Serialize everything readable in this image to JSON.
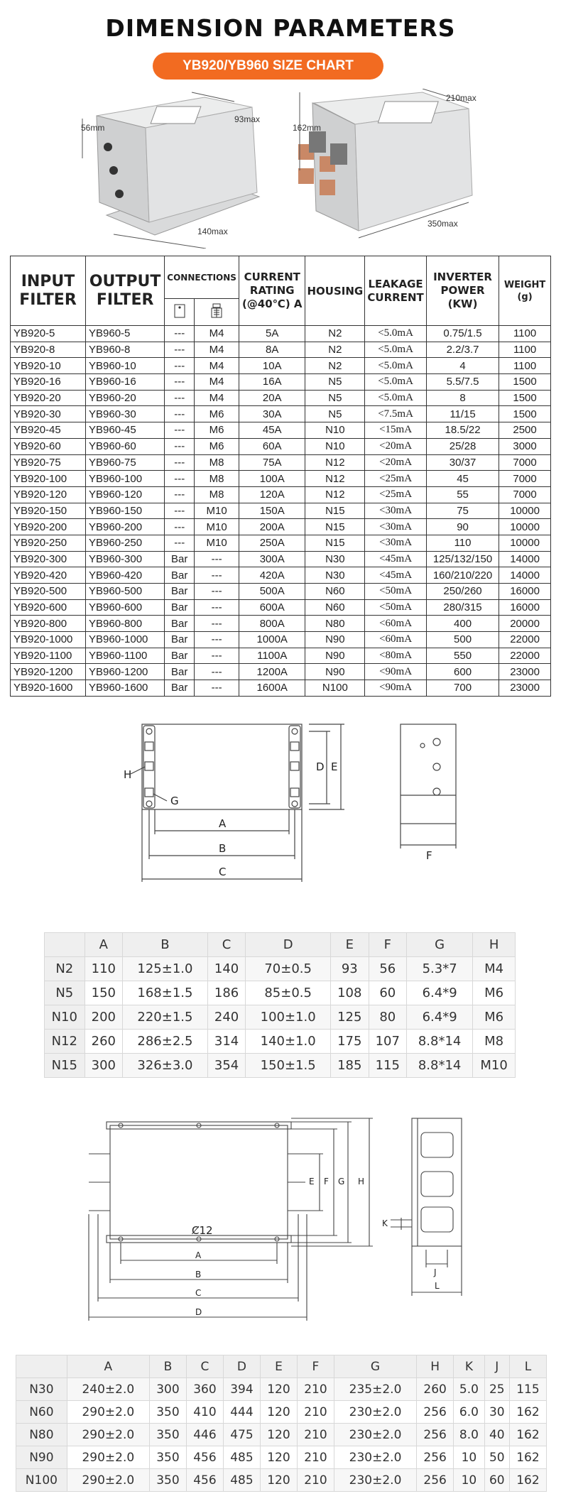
{
  "header": {
    "title": "DIMENSION PARAMETERS",
    "subtitle": "YB920/YB960 SIZE CHART"
  },
  "photos": {
    "small": {
      "height": "56mm",
      "width": "93max",
      "length": "140max"
    },
    "large": {
      "height": "162mm",
      "width": "210max",
      "length": "350max"
    }
  },
  "spec_table": {
    "headers": {
      "input": [
        "INPUT",
        "FILTER"
      ],
      "output": [
        "OUTPUT",
        "FILTER"
      ],
      "connections": "CONNECTIONS",
      "current": [
        "CURRENT",
        "RATING",
        "(@40℃) A"
      ],
      "housing": "HOUSING",
      "leakage": [
        "LEAKAGE",
        "CURRENT"
      ],
      "inverter": [
        "INVERTER",
        "POWER",
        "(KW)"
      ],
      "weight": [
        "WEIGHT",
        "(g)"
      ]
    },
    "rows": [
      [
        "YB920-5",
        "YB960-5",
        "---",
        "M4",
        "5A",
        "N2",
        "<5.0mA",
        "0.75/1.5",
        "1100"
      ],
      [
        "YB920-8",
        "YB960-8",
        "---",
        "M4",
        "8A",
        "N2",
        "<5.0mA",
        "2.2/3.7",
        "1100"
      ],
      [
        "YB920-10",
        "YB960-10",
        "---",
        "M4",
        "10A",
        "N2",
        "<5.0mA",
        "4",
        "1100"
      ],
      [
        "YB920-16",
        "YB960-16",
        "---",
        "M4",
        "16A",
        "N5",
        "<5.0mA",
        "5.5/7.5",
        "1500"
      ],
      [
        "YB920-20",
        "YB960-20",
        "---",
        "M4",
        "20A",
        "N5",
        "<5.0mA",
        "8",
        "1500"
      ],
      [
        "YB920-30",
        "YB960-30",
        "---",
        "M6",
        "30A",
        "N5",
        "<7.5mA",
        "11/15",
        "1500"
      ],
      [
        "YB920-45",
        "YB960-45",
        "---",
        "M6",
        "45A",
        "N10",
        "<15mA",
        "18.5/22",
        "2500"
      ],
      [
        "YB920-60",
        "YB960-60",
        "---",
        "M6",
        "60A",
        "N10",
        "<20mA",
        "25/28",
        "3000"
      ],
      [
        "YB920-75",
        "YB960-75",
        "---",
        "M8",
        "75A",
        "N12",
        "<20mA",
        "30/37",
        "7000"
      ],
      [
        "YB920-100",
        "YB960-100",
        "---",
        "M8",
        "100A",
        "N12",
        "<25mA",
        "45",
        "7000"
      ],
      [
        "YB920-120",
        "YB960-120",
        "---",
        "M8",
        "120A",
        "N12",
        "<25mA",
        "55",
        "7000"
      ],
      [
        "YB920-150",
        "YB960-150",
        "---",
        "M10",
        "150A",
        "N15",
        "<30mA",
        "75",
        "10000"
      ],
      [
        "YB920-200",
        "YB960-200",
        "---",
        "M10",
        "200A",
        "N15",
        "<30mA",
        "90",
        "10000"
      ],
      [
        "YB920-250",
        "YB960-250",
        "---",
        "M10",
        "250A",
        "N15",
        "<30mA",
        "110",
        "10000"
      ],
      [
        "YB920-300",
        "YB960-300",
        "Bar",
        "---",
        "300A",
        "N30",
        "<45mA",
        "125/132/150",
        "14000"
      ],
      [
        "YB920-420",
        "YB960-420",
        "Bar",
        "---",
        "420A",
        "N30",
        "<45mA",
        "160/210/220",
        "14000"
      ],
      [
        "YB920-500",
        "YB960-500",
        "Bar",
        "---",
        "500A",
        "N60",
        "<50mA",
        "250/260",
        "16000"
      ],
      [
        "YB920-600",
        "YB960-600",
        "Bar",
        "---",
        "600A",
        "N60",
        "<50mA",
        "280/315",
        "16000"
      ],
      [
        "YB920-800",
        "YB960-800",
        "Bar",
        "---",
        "800A",
        "N80",
        "<60mA",
        "400",
        "20000"
      ],
      [
        "YB920-1000",
        "YB960-1000",
        "Bar",
        "---",
        "1000A",
        "N90",
        "<60mA",
        "500",
        "22000"
      ],
      [
        "YB920-1100",
        "YB960-1100",
        "Bar",
        "---",
        "1100A",
        "N90",
        "<80mA",
        "550",
        "22000"
      ],
      [
        "YB920-1200",
        "YB960-1200",
        "Bar",
        "---",
        "1200A",
        "N90",
        "<90mA",
        "600",
        "23000"
      ],
      [
        "YB920-1600",
        "YB960-1600",
        "Bar",
        "---",
        "1600A",
        "N100",
        "<90mA",
        "700",
        "23000"
      ]
    ]
  },
  "drawing1": {
    "labels": [
      "A",
      "B",
      "C",
      "D",
      "E",
      "F",
      "G",
      "H"
    ]
  },
  "dim_table_1": {
    "headers": [
      "",
      "A",
      "B",
      "C",
      "D",
      "E",
      "F",
      "G",
      "H"
    ],
    "rows": [
      [
        "N2",
        "110",
        "125±1.0",
        "140",
        "70±0.5",
        "93",
        "56",
        "5.3*7",
        "M4"
      ],
      [
        "N5",
        "150",
        "168±1.5",
        "186",
        "85±0.5",
        "108",
        "60",
        "6.4*9",
        "M6"
      ],
      [
        "N10",
        "200",
        "220±1.5",
        "240",
        "100±1.0",
        "125",
        "80",
        "6.4*9",
        "M6"
      ],
      [
        "N12",
        "260",
        "286±2.5",
        "314",
        "140±1.0",
        "175",
        "107",
        "8.8*14",
        "M8"
      ],
      [
        "N15",
        "300",
        "326±3.0",
        "354",
        "150±1.5",
        "185",
        "115",
        "8.8*14",
        "M10"
      ]
    ]
  },
  "drawing2": {
    "labels": [
      "A",
      "B",
      "C",
      "D",
      "E",
      "F",
      "G",
      "H",
      "K",
      "J",
      "L"
    ],
    "hole": "Ȼ12"
  },
  "dim_table_2": {
    "headers": [
      "",
      "A",
      "B",
      "C",
      "D",
      "E",
      "F",
      "G",
      "H",
      "K",
      "J",
      "L"
    ],
    "rows": [
      [
        "N30",
        "240±2.0",
        "300",
        "360",
        "394",
        "120",
        "210",
        "235±2.0",
        "260",
        "5.0",
        "25",
        "115"
      ],
      [
        "N60",
        "290±2.0",
        "350",
        "410",
        "444",
        "120",
        "210",
        "230±2.0",
        "256",
        "6.0",
        "30",
        "162"
      ],
      [
        "N80",
        "290±2.0",
        "350",
        "446",
        "475",
        "120",
        "210",
        "230±2.0",
        "256",
        "8.0",
        "40",
        "162"
      ],
      [
        "N90",
        "290±2.0",
        "350",
        "456",
        "485",
        "120",
        "210",
        "230±2.0",
        "256",
        "10",
        "50",
        "162"
      ],
      [
        "N100",
        "290±2.0",
        "350",
        "456",
        "485",
        "120",
        "210",
        "230±2.0",
        "256",
        "10",
        "60",
        "162"
      ]
    ]
  }
}
